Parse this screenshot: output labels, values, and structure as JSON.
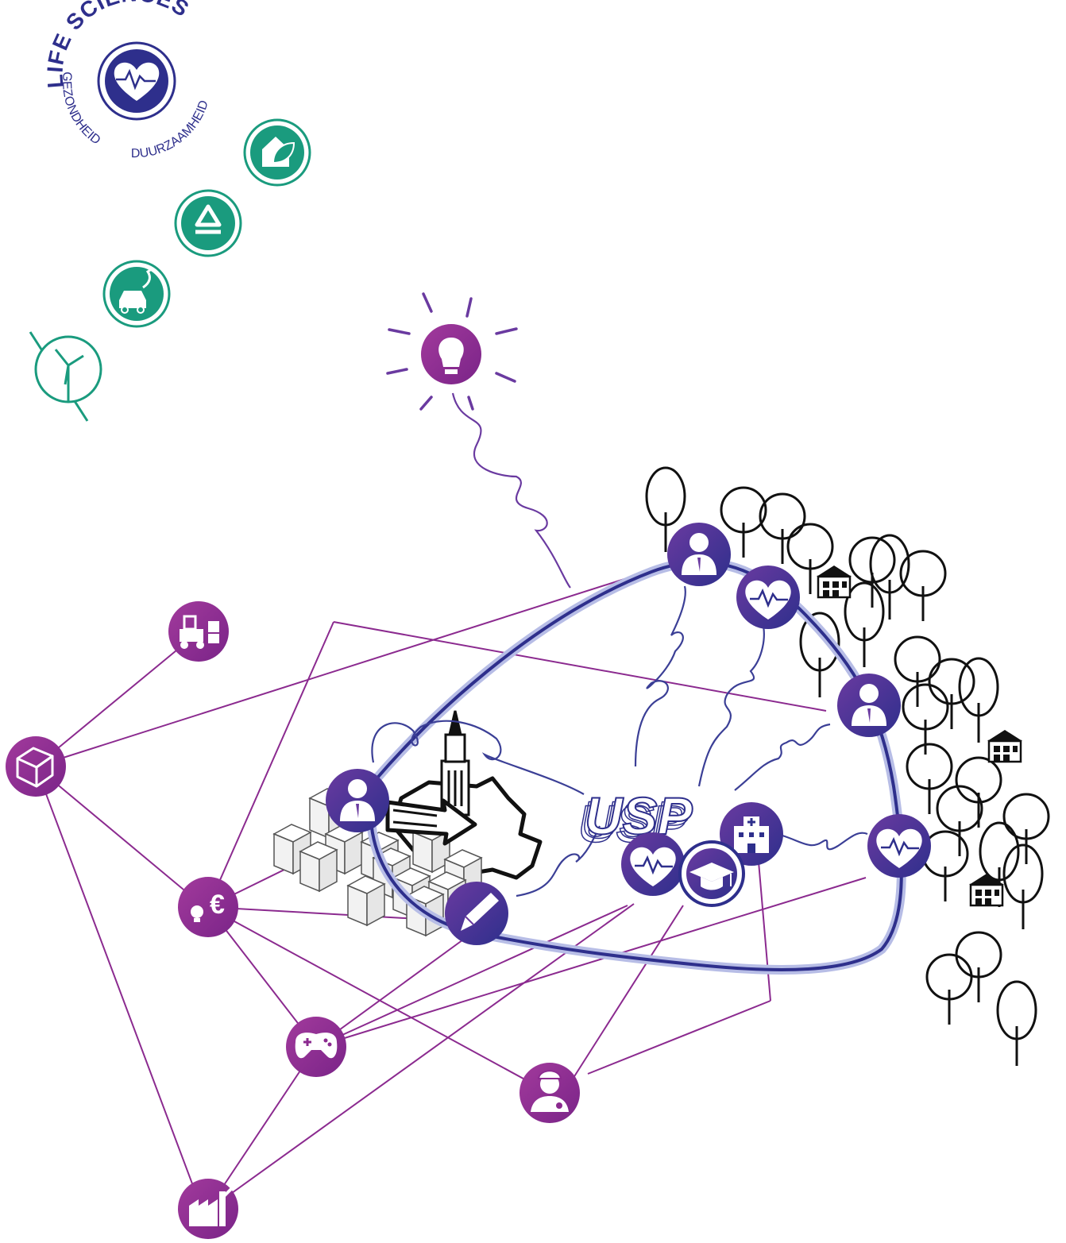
{
  "badge": {
    "top_text": "LIFE SCIENCES",
    "left_text": "GEZONDHEID",
    "right_text": "DUURZAAMHEID",
    "icon": "heart-pulse-icon"
  },
  "hub": {
    "text": "USP"
  },
  "colors": {
    "primary_purple": "#8b2a8f",
    "deep_blue": "#2e2f8c",
    "violet": "#6a3aa0",
    "green": "#1a9b7e",
    "black": "#111111"
  },
  "green_icons": [
    "house-leaf-icon",
    "recycle-icon",
    "electric-car-icon",
    "wind-turbine-icon"
  ],
  "node_icons": [
    "forklift-icon",
    "box-icon",
    "euro-lightbulb-icon",
    "gamepad-icon",
    "nurse-icon",
    "factory-icon",
    "person-icon",
    "heart-pulse-icon",
    "hospital-icon",
    "graduation-cap-icon",
    "pencil-icon",
    "lightbulb-icon"
  ]
}
